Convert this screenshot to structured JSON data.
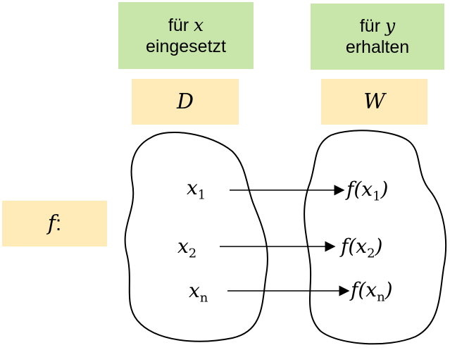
{
  "input_header": {
    "line1": "für",
    "var": "x",
    "line2": "eingesetzt"
  },
  "output_header": {
    "line1": "für",
    "var": "y",
    "line2": "erhalten"
  },
  "domain_label": "D",
  "range_label": "W",
  "function_label": {
    "name": "f",
    "colon": ":"
  },
  "mappings": [
    {
      "input": "x",
      "input_sub": "1",
      "output": "f(x",
      "output_sub": "1",
      "close": ")"
    },
    {
      "input": "x",
      "input_sub": "2",
      "output": "f(x",
      "output_sub": "2",
      "close": ")"
    },
    {
      "input": "x",
      "input_sub": "n",
      "output": "f(x",
      "output_sub": "n",
      "close": ")"
    }
  ],
  "colors": {
    "green": "#c9e6aa",
    "yellow": "#feebb7"
  }
}
